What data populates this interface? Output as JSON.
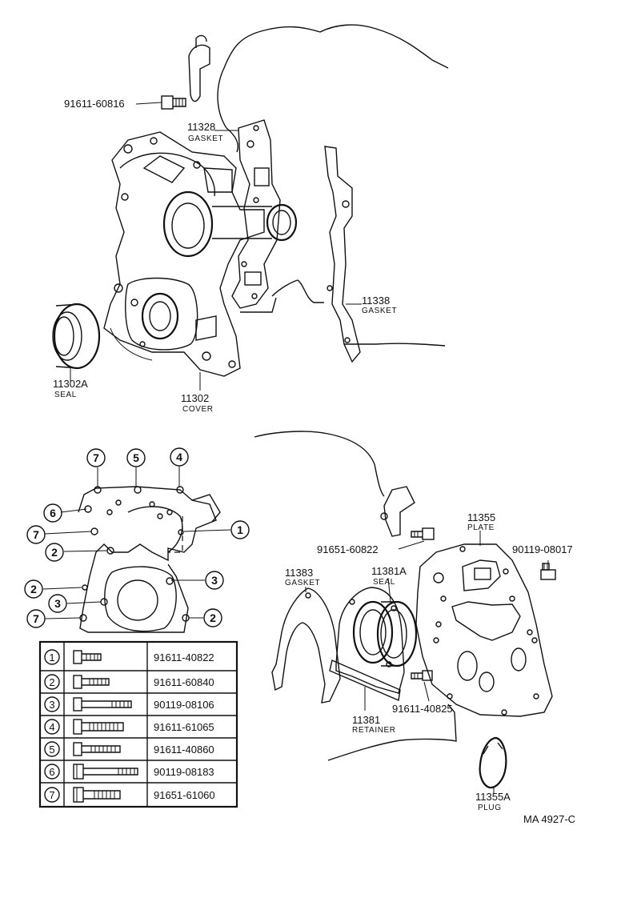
{
  "parts": {
    "bolt_cover": {
      "number": "91611-60816"
    },
    "gasket_11328": {
      "number": "11328",
      "name": "GASKET"
    },
    "gasket_11338": {
      "number": "11338",
      "name": "GASKET"
    },
    "seal_11302a": {
      "number": "11302A",
      "name": "SEAL"
    },
    "cover_11302": {
      "number": "11302",
      "name": "COVER"
    },
    "bolt_plate_upper": {
      "number": "91651-60822"
    },
    "plate_11355": {
      "number": "11355",
      "name": "PLATE"
    },
    "bolt_plate_right": {
      "number": "90119-08017"
    },
    "gasket_11383": {
      "number": "11383",
      "name": "GASKET"
    },
    "seal_11381a": {
      "number": "11381A",
      "name": "SEAL"
    },
    "retainer_11381": {
      "number": "11381",
      "name": "RETAINER"
    },
    "bolt_retainer": {
      "number": "91611-40825"
    },
    "plug_11355a": {
      "number": "11355A",
      "name": "PLUG"
    }
  },
  "callouts": [
    "1",
    "2",
    "3",
    "4",
    "5",
    "6",
    "7"
  ],
  "bolt_table": [
    {
      "ref": "1",
      "part": "91611-40822"
    },
    {
      "ref": "2",
      "part": "91611-60840"
    },
    {
      "ref": "3",
      "part": "90119-08106"
    },
    {
      "ref": "4",
      "part": "91611-61065"
    },
    {
      "ref": "5",
      "part": "91611-40860"
    },
    {
      "ref": "6",
      "part": "90119-08183"
    },
    {
      "ref": "7",
      "part": "91651-61060"
    }
  ],
  "figure_code": "MA 4927-C"
}
